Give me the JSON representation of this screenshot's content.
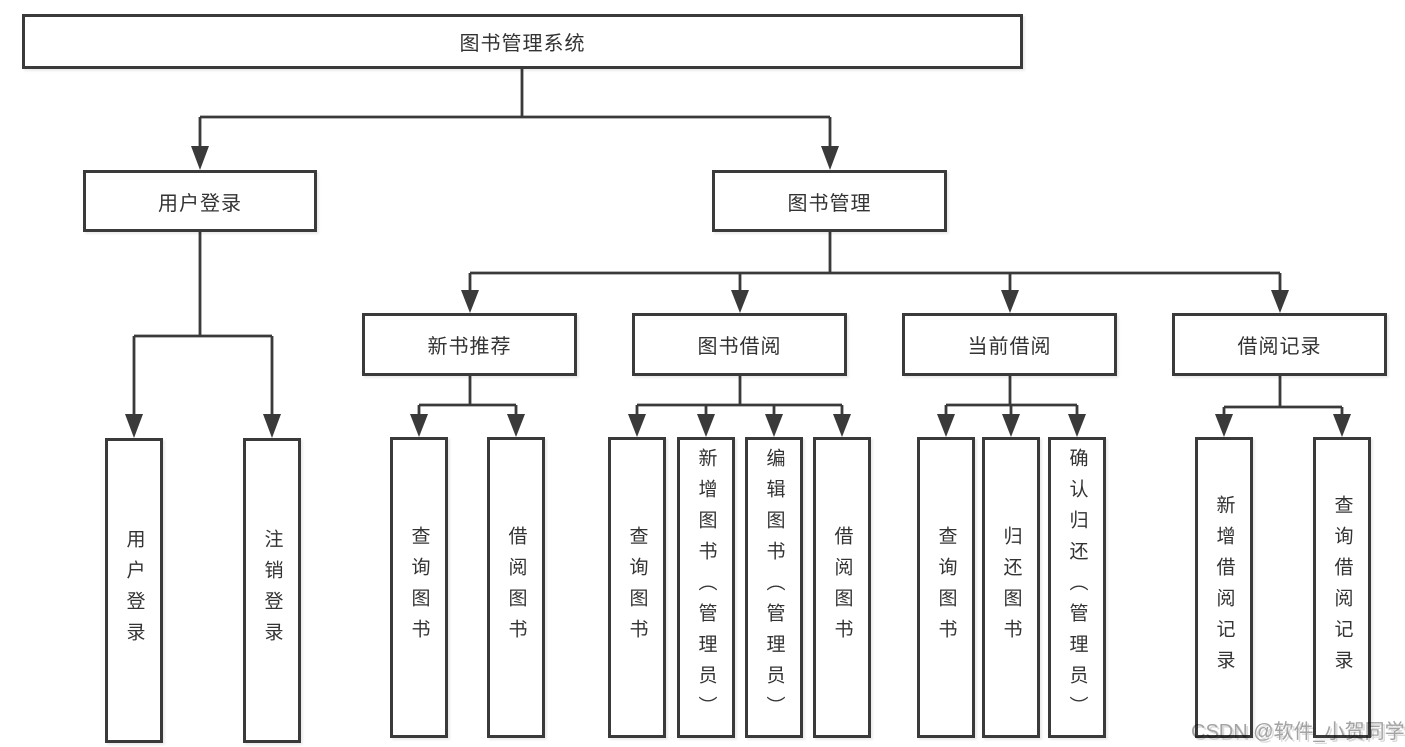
{
  "diagram_type": "feature-tree",
  "colors": {
    "line": "#3a3a3a",
    "text": "#333333",
    "background": "#ffffff",
    "watermark": "#a3a3a3"
  },
  "watermark": {
    "text": "CSDN @软件_小贺同学"
  },
  "tree": {
    "label": "图书管理系统",
    "children": [
      {
        "label": "用户登录",
        "children": [
          {
            "label": "用户登录"
          },
          {
            "label": "注销登录"
          }
        ]
      },
      {
        "label": "图书管理",
        "children": [
          {
            "label": "新书推荐",
            "children": [
              {
                "label": "查询图书"
              },
              {
                "label": "借阅图书"
              }
            ]
          },
          {
            "label": "图书借阅",
            "children": [
              {
                "label": "查询图书"
              },
              {
                "label": "新增图书（管理员）"
              },
              {
                "label": "编辑图书（管理员）"
              },
              {
                "label": "借阅图书"
              }
            ]
          },
          {
            "label": "当前借阅",
            "children": [
              {
                "label": "查询图书"
              },
              {
                "label": "归还图书"
              },
              {
                "label": "确认归还（管理员）"
              }
            ]
          },
          {
            "label": "借阅记录",
            "children": [
              {
                "label": "新增借阅记录"
              },
              {
                "label": "查询借阅记录"
              }
            ]
          }
        ]
      }
    ]
  }
}
